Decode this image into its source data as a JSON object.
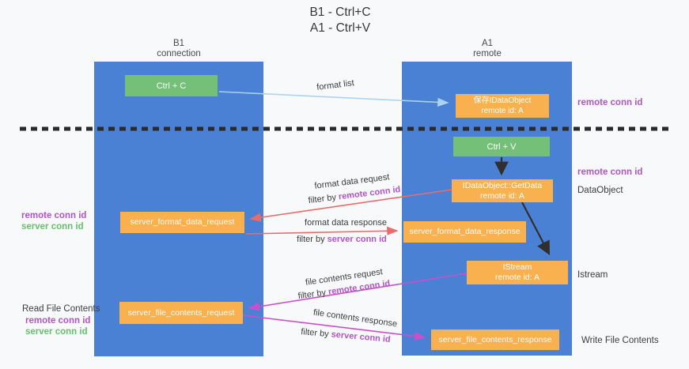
{
  "title": {
    "line1": "B1 - Ctrl+C",
    "line2": "A1 - Ctrl+V"
  },
  "left_column": {
    "header1": "B1",
    "header2": "connection"
  },
  "right_column": {
    "header1": "A1",
    "header2": "remote"
  },
  "nodes": {
    "ctrl_c": "Ctrl + C",
    "ctrl_v": "Ctrl + V",
    "save_idataobject_line1": "保存IDataObject",
    "save_idataobject_line2": "remote id: A",
    "getdata_line1": "IDataObject::GetData",
    "getdata_line2": "remote id: A",
    "istream_line1": "IStream",
    "istream_line2": "remote id: A",
    "format_request": "server_format_data_request",
    "format_response": "server_format_data_response",
    "file_request": "server_file_contents_request",
    "file_response": "server_file_contents_response"
  },
  "edge_labels": {
    "format_list": "format list",
    "format_data_request": "format data request",
    "format_data_response": "format data response",
    "file_contents_request": "file contents request",
    "file_contents_response": "file contents response",
    "filter_by": "filter by ",
    "remote_conn_id": "remote conn id",
    "server_conn_id": "server conn id"
  },
  "side_labels": {
    "right_remote_conn_id_top": "remote conn id",
    "right_remote_conn_id_mid": "remote conn id",
    "right_dataobject": "DataObject",
    "right_istream": "Istream",
    "right_write_file": "Write File Contents",
    "left_remote_conn_id_mid": "remote conn id",
    "left_server_conn_id_mid": "server conn id",
    "left_read_file": "Read File Contents",
    "left_remote_conn_id_bottom": "remote conn id",
    "left_server_conn_id_bottom": "server conn id"
  },
  "colors": {
    "column_blue": "#4a81d4",
    "node_green": "#74c078",
    "node_orange": "#f9b04f",
    "arrow_red": "#e96c6c",
    "arrow_magenta": "#cb4fcb",
    "arrow_light_blue": "#a9d3f0",
    "arrow_black": "#2f2f2f",
    "highlight_purple": "#b055c8",
    "highlight_green": "#67c06e"
  }
}
